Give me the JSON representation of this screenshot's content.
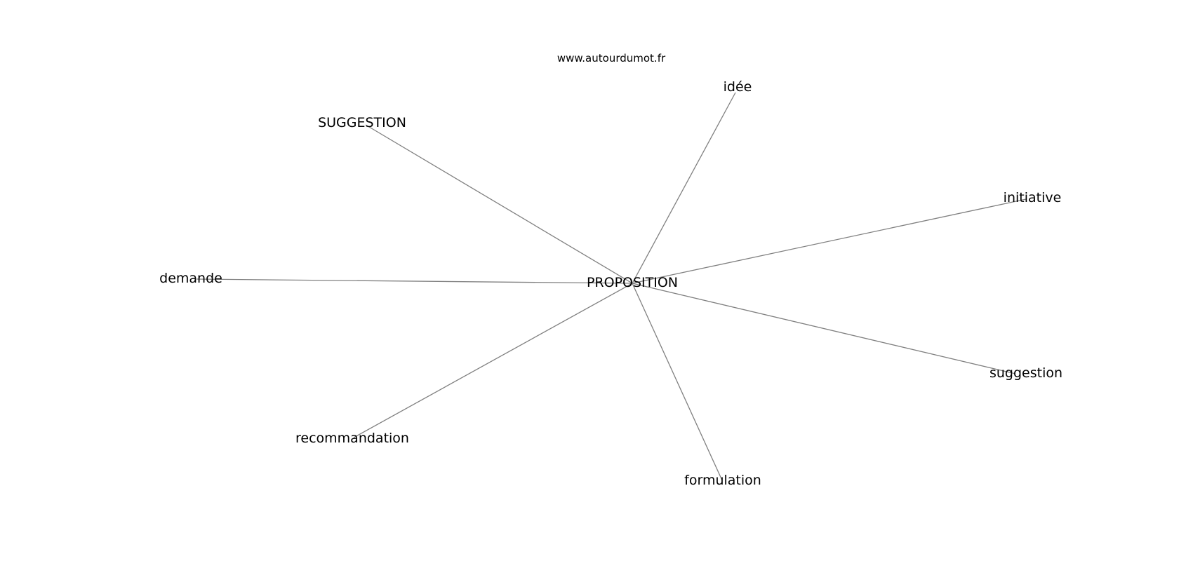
{
  "source": "www.autourdumot.fr",
  "center": {
    "label": "PROPOSITION"
  },
  "related_words": [
    {
      "id": "idee",
      "label": "idée"
    },
    {
      "id": "suggestion-upper",
      "label": "SUGGESTION"
    },
    {
      "id": "initiative",
      "label": "initiative"
    },
    {
      "id": "demande",
      "label": "demande"
    },
    {
      "id": "suggestion",
      "label": "suggestion"
    },
    {
      "id": "recommandation",
      "label": "recommandation"
    },
    {
      "id": "formulation",
      "label": "formulation"
    }
  ],
  "colors": {
    "edge": "#808080",
    "text": "#000000",
    "background": "#ffffff"
  }
}
